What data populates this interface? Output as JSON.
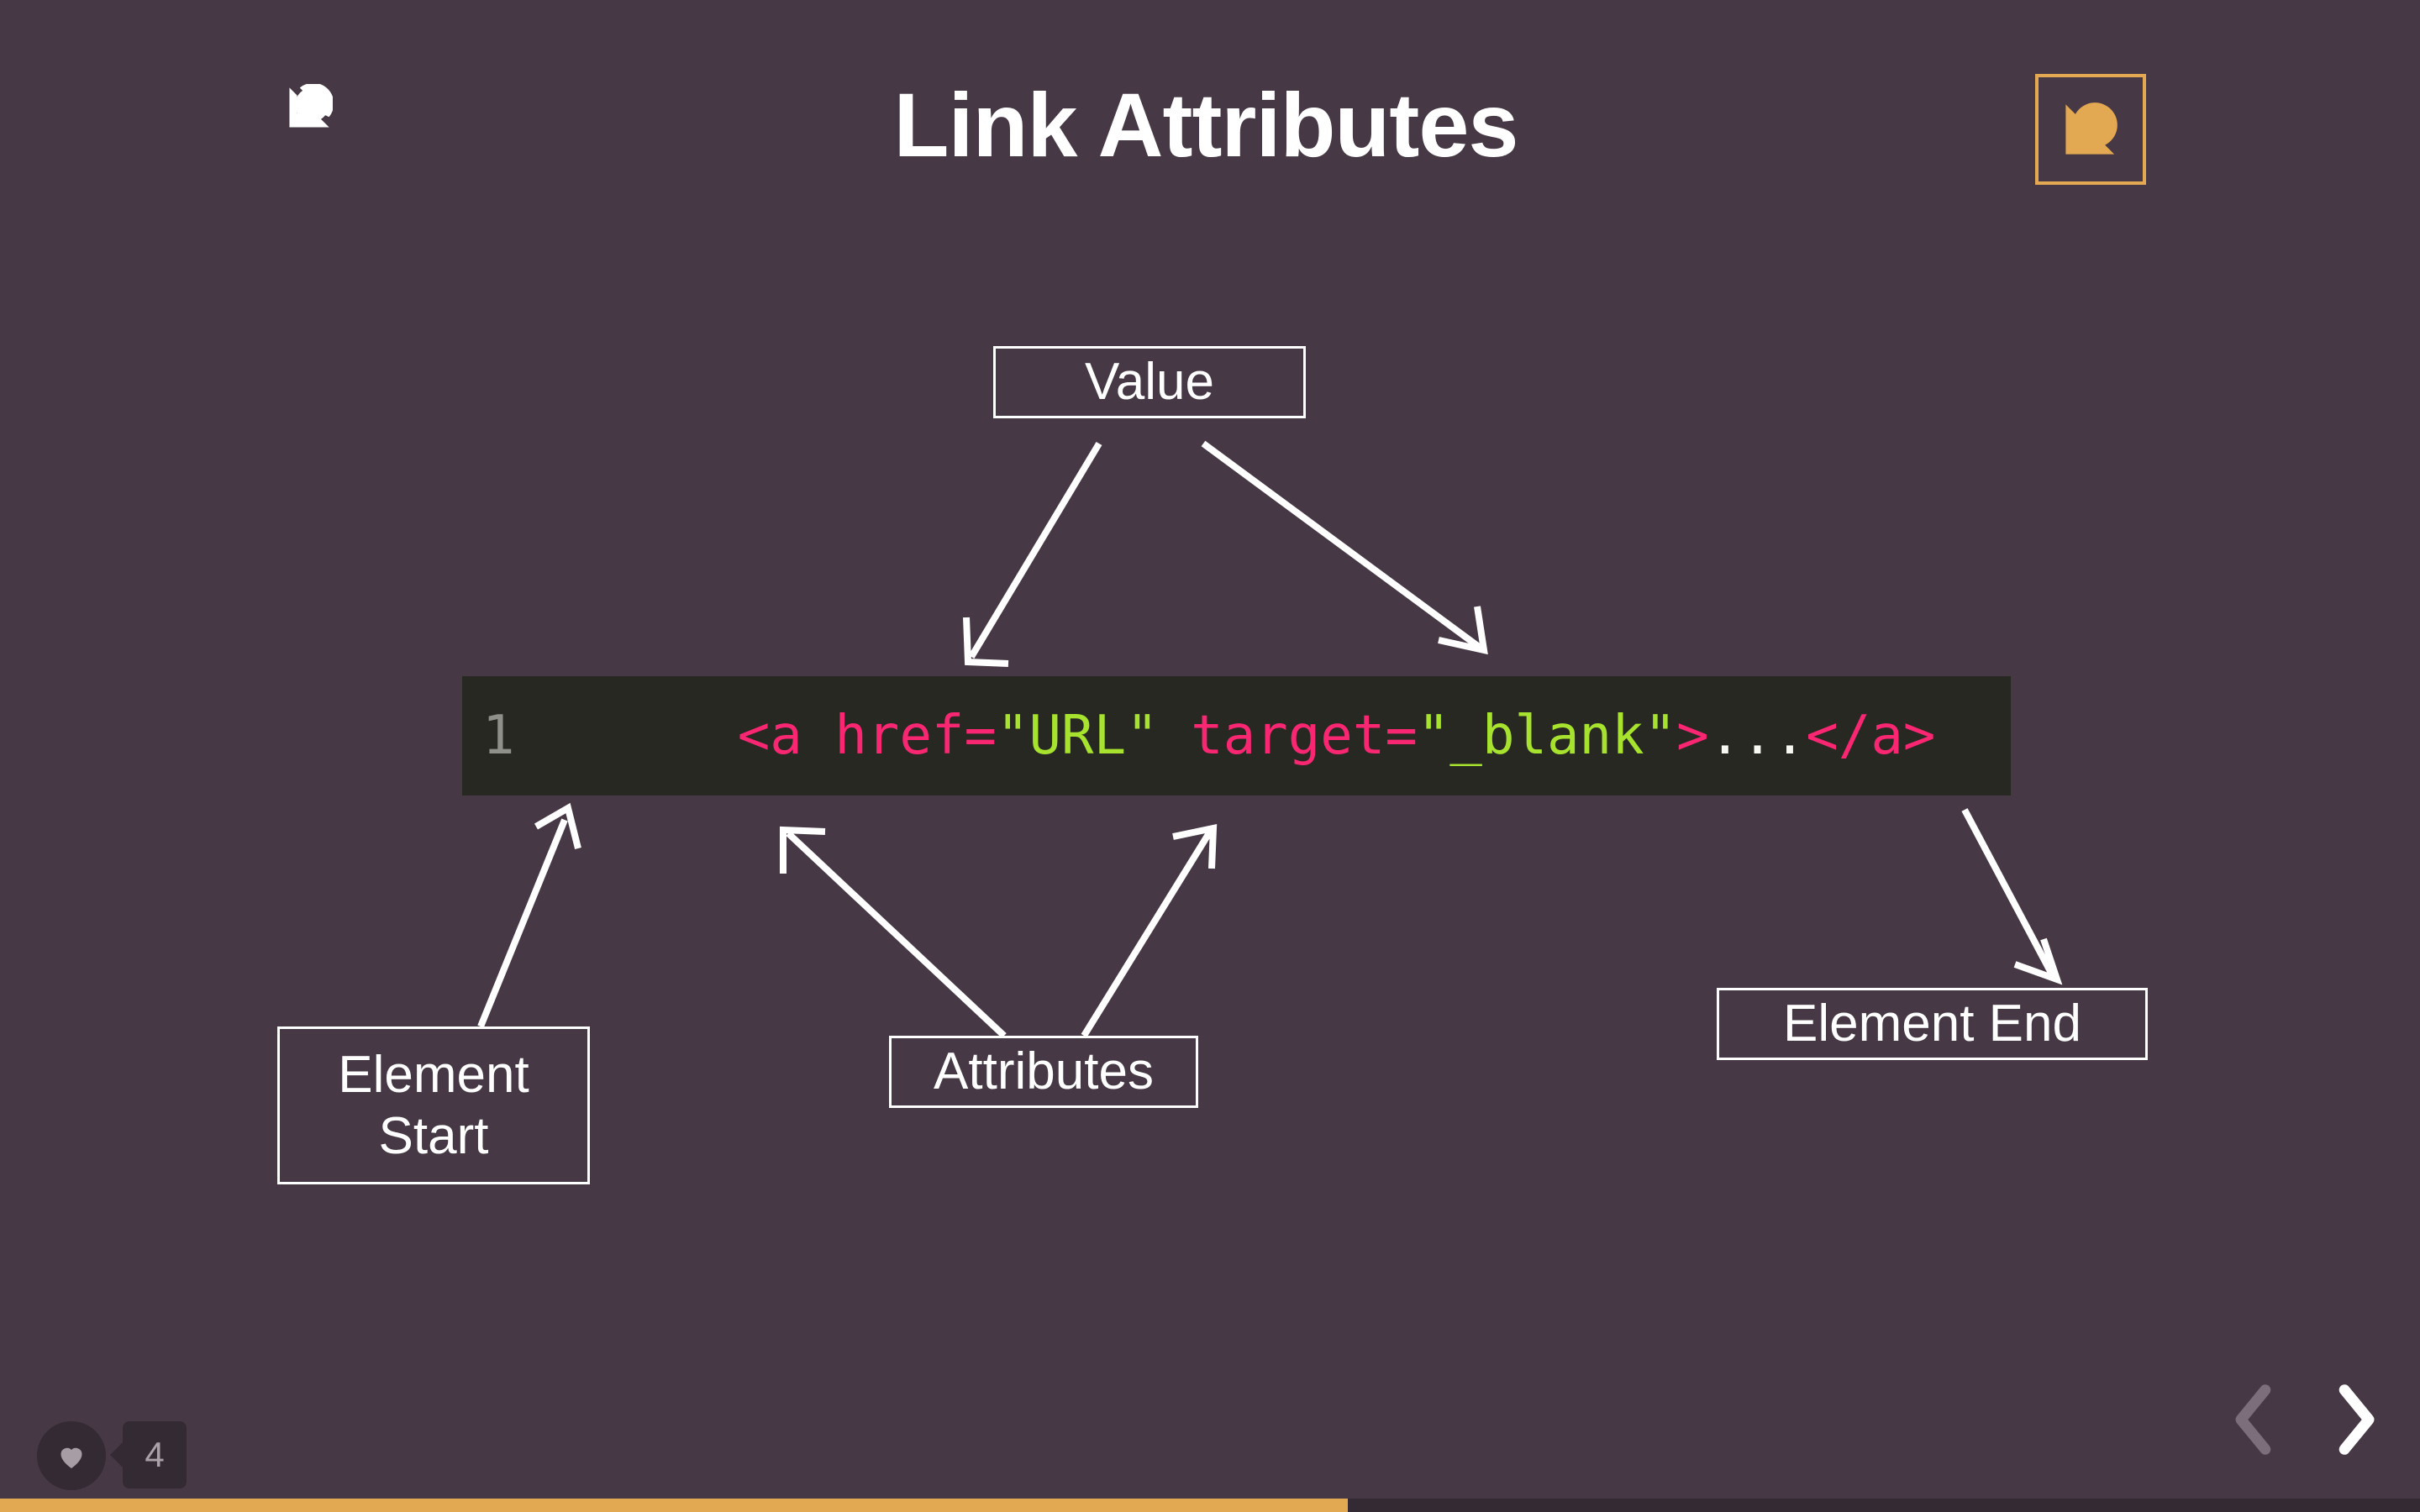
{
  "slide": {
    "title": "Link Attributes",
    "background_color": "#463945",
    "accent_color": "#e3a952"
  },
  "branding": {
    "top_left_logo_name": "logo-mark-light",
    "top_right_logo_name": "logo-mark-boxed",
    "logo_color": "#e3a952"
  },
  "code": {
    "line_number": "1",
    "language": "html",
    "background_color": "#272822",
    "full_text": "<a href=\"URL\" target=\"_blank\">...</a>",
    "tokens": [
      {
        "text": "<a href=",
        "kind": "tag",
        "color": "#f92672"
      },
      {
        "text": "\"URL\"",
        "kind": "str",
        "color": "#a6e22e"
      },
      {
        "text": " target=",
        "kind": "tag",
        "color": "#f92672"
      },
      {
        "text": "\"_blank\"",
        "kind": "str",
        "color": "#a6e22e"
      },
      {
        "text": ">",
        "kind": "tag",
        "color": "#f92672"
      },
      {
        "text": "...",
        "kind": "plain",
        "color": "#f8f8f2"
      },
      {
        "text": "</a>",
        "kind": "tag",
        "color": "#f92672"
      }
    ]
  },
  "callouts": {
    "value": "Value",
    "element_start": "Element\nStart",
    "element_start_line1": "Element",
    "element_start_line2": "Start",
    "attributes": "Attributes",
    "element_end": "Element End"
  },
  "footer": {
    "like_icon": "heart-icon",
    "like_count": "4",
    "prev_icon": "chevron-left-icon",
    "next_icon": "chevron-right-icon",
    "progress_percent": 55.7
  }
}
